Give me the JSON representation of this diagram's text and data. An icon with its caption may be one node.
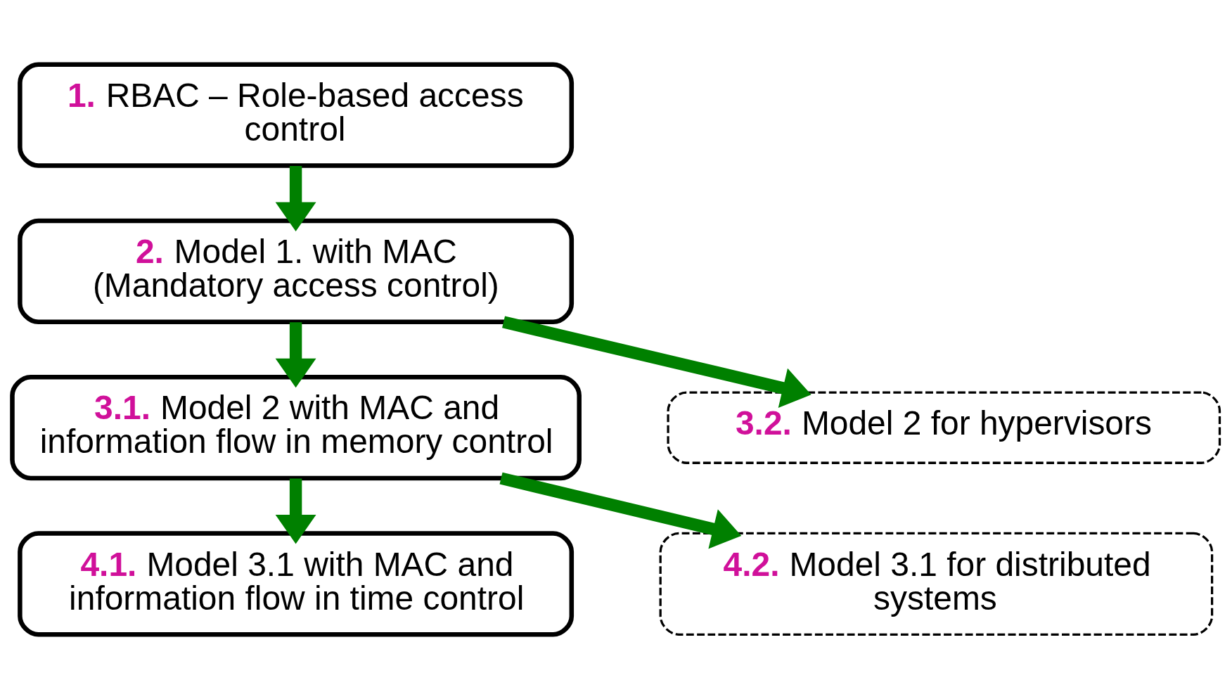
{
  "diagram": {
    "nodes": [
      {
        "text": [
          "**1.** RBAC – Role-based access control"
        ]
      },
      {
        "text": [
          "**2.** Model 1. with MAC (Mandatory access control)"
        ]
      },
      {
        "text": [
          "**3.1.** Model 2 with MAC and information flow in memory control"
        ]
      },
      {
        "text": [
          "**4.1.** Model 3.1 with MAC and information flow in time control"
        ]
      },
      {
        "text": [
          "**3.2.** Model 2 for hypervisors"
        ]
      },
      {
        "text": [
          "**4.2.** Model 3.1 for distributed systems"
        ]
      }
    ],
    "edges": [
      {
        "from": 0,
        "to": 1,
        "arrow": "to"
      },
      {
        "from": 1,
        "to": 2,
        "arrow": "to"
      },
      {
        "from": 2,
        "to": 3,
        "arrow": "to"
      },
      {
        "from": 1,
        "to": 4,
        "arrow": "to"
      },
      {
        "from": 2,
        "to": 5,
        "arrow": "to"
      }
    ]
  }
}
